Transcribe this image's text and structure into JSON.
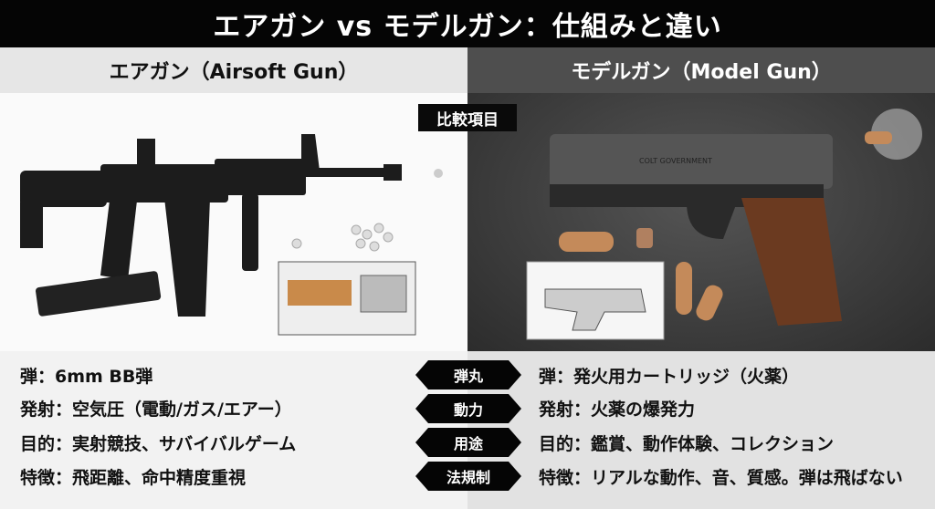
{
  "title": "エアガン vs モデルガン：仕組みと違い",
  "left": {
    "header": "エアガン（Airsoft Gun）",
    "rows": [
      "弾：6mm BB弾",
      "発射：空気圧（電動/ガス/エアー）",
      "目的：実射競技、サバイバルゲーム",
      "特徴：飛距離、命中精度重視"
    ]
  },
  "right": {
    "header": "モデルガン（Model Gun）",
    "rows": [
      "弾：発火用カートリッジ（火薬）",
      "発射：火薬の爆発力",
      "目的：鑑賞、動作体験、コレクション",
      "特徴：リアルな動作、音、質感。弾は飛ばない"
    ],
    "engraving": "COLT GOVERNMENT"
  },
  "center": {
    "tag": "比較項目",
    "labels": [
      "弾丸",
      "動力",
      "用途",
      "法規制"
    ]
  }
}
